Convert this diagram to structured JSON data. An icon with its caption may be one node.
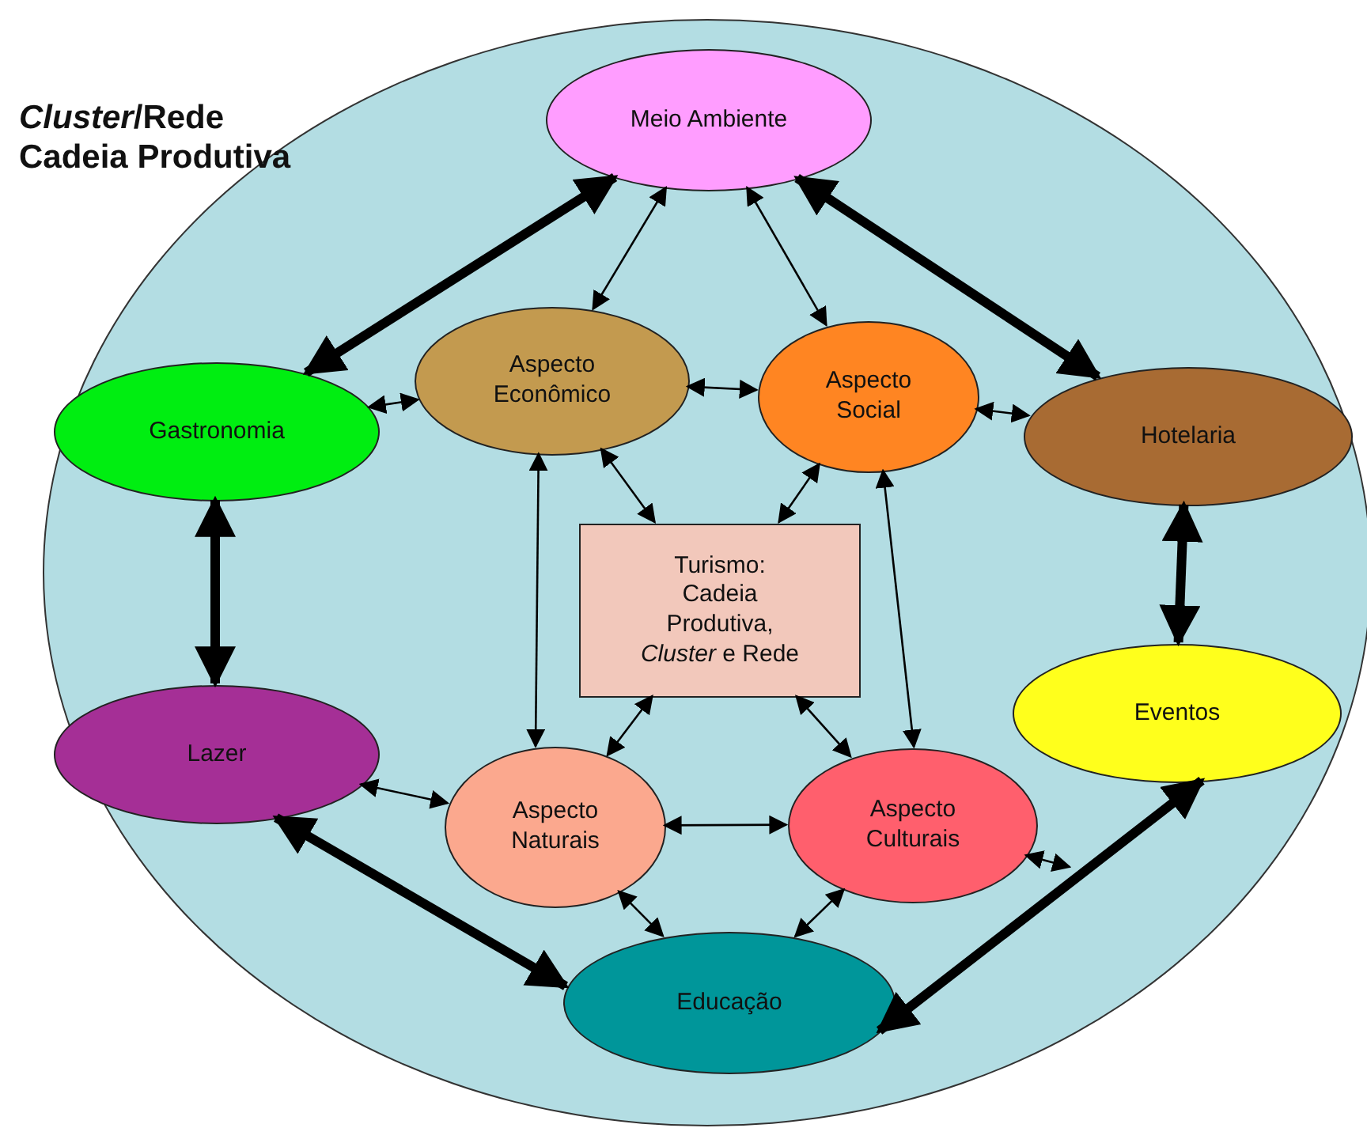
{
  "diagram": {
    "title": "*Cluster*/Rede Cadeia Produtiva",
    "nodes": [
      {
        "text": [],
        "shape": "circle"
      },
      {
        "text": [
          "Meio Ambiente"
        ],
        "in": 0
      },
      {
        "text": [
          "Gastronomia"
        ],
        "in": 0
      },
      {
        "text": [
          "Aspecto Econômico"
        ],
        "in": 0
      },
      {
        "text": [
          "Aspecto Social"
        ],
        "in": 0
      },
      {
        "text": [
          "Hotelaria"
        ],
        "in": 0
      },
      {
        "text": [
          "Turismo: Cadeia Produtiva, *Cluster* e Rede"
        ],
        "in": 0
      },
      {
        "text": [
          "Lazer"
        ],
        "in": 0
      },
      {
        "text": [
          "Eventos"
        ],
        "in": 0
      },
      {
        "text": [
          "Aspecto Naturais"
        ],
        "in": 0
      },
      {
        "text": [
          "Aspecto Culturais"
        ],
        "in": 0
      },
      {
        "text": [
          "Educação"
        ],
        "in": 0
      }
    ],
    "edges": [
      {
        "from": 1,
        "to": 2,
        "arrow": "both",
        "style": "thick"
      },
      {
        "from": 1,
        "to": 5,
        "arrow": "both",
        "style": "thick"
      },
      {
        "from": 2,
        "to": 7,
        "arrow": "both",
        "style": "thick"
      },
      {
        "from": 5,
        "to": 8,
        "arrow": "both",
        "style": "thick"
      },
      {
        "from": 7,
        "to": 11,
        "arrow": "both",
        "style": "thick"
      },
      {
        "from": 11,
        "to": 8,
        "arrow": "both",
        "style": "thick"
      },
      {
        "from": 1,
        "to": 3,
        "arrow": "both"
      },
      {
        "from": 1,
        "to": 4,
        "arrow": "both"
      },
      {
        "from": 2,
        "to": 3,
        "arrow": "both"
      },
      {
        "from": 3,
        "to": 4,
        "arrow": "both"
      },
      {
        "from": 4,
        "to": 5,
        "arrow": "both"
      },
      {
        "from": 3,
        "to": 6,
        "arrow": "both"
      },
      {
        "from": 4,
        "to": 6,
        "arrow": "both"
      },
      {
        "from": 3,
        "to": 9,
        "arrow": "both"
      },
      {
        "from": 4,
        "to": 10,
        "arrow": "both"
      },
      {
        "from": 6,
        "to": 9,
        "arrow": "both"
      },
      {
        "from": 6,
        "to": 10,
        "arrow": "both"
      },
      {
        "from": 7,
        "to": 9,
        "arrow": "both"
      },
      {
        "from": 9,
        "to": 10,
        "arrow": "both"
      },
      {
        "from": 9,
        "to": 11,
        "arrow": "both"
      },
      {
        "from": 10,
        "to": 11,
        "arrow": "both"
      },
      {
        "from": 10,
        "to": null,
        "arrow": "both"
      }
    ]
  }
}
